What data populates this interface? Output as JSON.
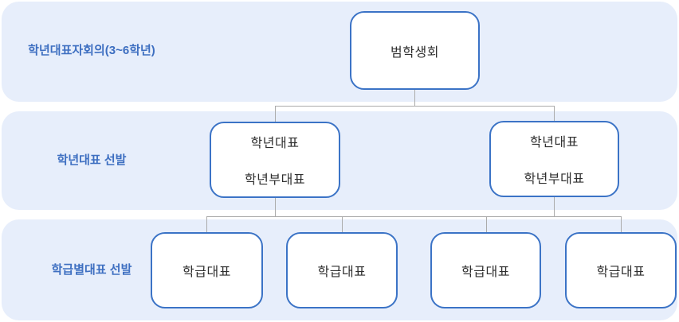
{
  "diagram": {
    "rows": {
      "row1_label": "학년대표자회의(3~6학년)",
      "row2_label": "학년대표 선발",
      "row3_label": "학급별대표 선발"
    },
    "root_box": {
      "title": "범학생회"
    },
    "grade_boxes": [
      {
        "line1": "학년대표",
        "line2": "학년부대표"
      },
      {
        "line1": "학년대표",
        "line2": "학년부대표"
      }
    ],
    "class_boxes": [
      {
        "title": "학급대표"
      },
      {
        "title": "학급대표"
      },
      {
        "title": "학급대표"
      },
      {
        "title": "학급대표"
      }
    ],
    "colors": {
      "band_background": "#E7EEFB",
      "box_border": "#3B73C6",
      "box_text": "#2E2E2E",
      "label_text": "#3E6FC1",
      "connector": "#ABABAB"
    }
  }
}
